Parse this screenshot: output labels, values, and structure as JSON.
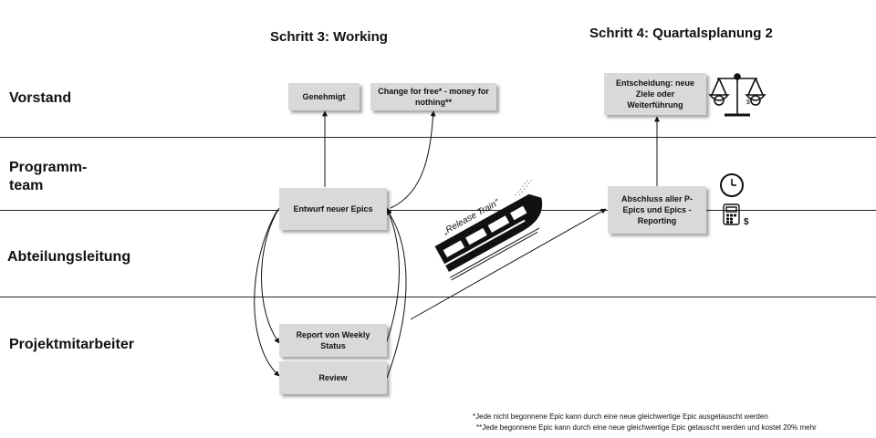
{
  "steps": {
    "step3": "Schritt 3: Working",
    "step4": "Schritt 4: Quartalsplanung 2"
  },
  "lanes": {
    "vorstand": "Vorstand",
    "programm_line1": "Programm-",
    "programm_line2": "team",
    "abteilung": "Abteilungsleitung",
    "projekt": "Projektmitarbeiter"
  },
  "boxes": {
    "genehmigt": "Genehmigt",
    "change": "Change for free* - money for nothing**",
    "entwurf": "Entwurf neuer Epics",
    "report": "Report von Weekly Status",
    "review": "Review",
    "entscheidung": "Entscheidung: neue Ziele oder Weiterführung",
    "abschluss": "Abschluss aller P-Epics und Epics - Reporting"
  },
  "train_label": "„Release Train\"",
  "footnotes": {
    "note1": "*Jede nicht begonnene Epic kann durch eine neue gleichwertige Epic ausgetauscht werden",
    "note2": "**Jede begonnene Epic kann durch eine neue gleichwertige Epic getauscht werden und kostet 20% mehr"
  },
  "icons": [
    "scale-icon",
    "clock-icon",
    "calculator-icon",
    "train-icon"
  ]
}
